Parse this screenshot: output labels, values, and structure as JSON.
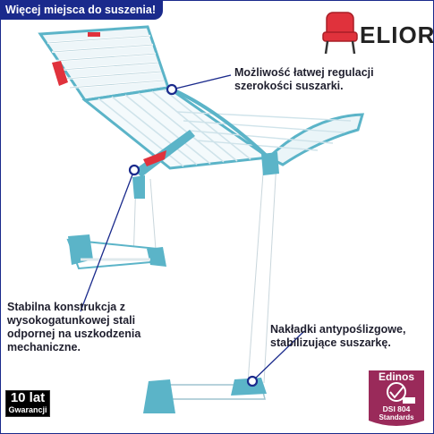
{
  "banner": {
    "text": "Więcej miejsca do suszenia!"
  },
  "brand": {
    "name": "ELIOR"
  },
  "callouts": [
    {
      "text": "Możliwość łatwej regulacji szerokości suszarki."
    },
    {
      "text": "Stabilna konstrukcja z wysokogatunkowej stali odpornej na uszkodzenia mechaniczne."
    },
    {
      "text": "Nakładki antypoślizgowe, stabilizujące suszarkę."
    }
  ],
  "warranty": {
    "years": "10 lat",
    "label": "Gwarancji"
  },
  "certificate": {
    "title": "Edinos",
    "standard": "DSI 804",
    "label": "Standards"
  },
  "colors": {
    "banner": "#1a2a8c",
    "frame_blue": "#5bb4c8",
    "accent_red": "#e0323c",
    "badge_bg": "#9a2a5a"
  },
  "icons": [
    "chair-icon",
    "hook-point-icon",
    "certificate-seal-icon"
  ]
}
